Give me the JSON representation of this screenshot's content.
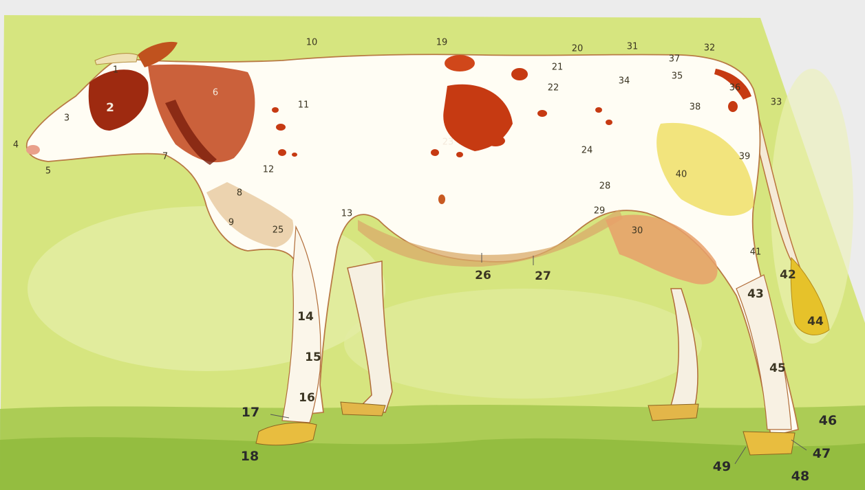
{
  "figure": {
    "subject": "cow",
    "colors": {
      "background_green": "#c9dd72",
      "ground_green": "#9bc445",
      "body_white": "#fffdf4",
      "patch_red": "#c63a12",
      "shadow_tan": "#d9a96a",
      "tail_yellow": "#e6c22a",
      "label_ink": "#3b3522"
    }
  },
  "labels": [
    {
      "id": "1",
      "text": "1"
    },
    {
      "id": "2",
      "text": "2"
    },
    {
      "id": "3",
      "text": "3"
    },
    {
      "id": "4",
      "text": "4"
    },
    {
      "id": "5",
      "text": "5"
    },
    {
      "id": "6",
      "text": "6"
    },
    {
      "id": "7",
      "text": "7"
    },
    {
      "id": "8",
      "text": "8"
    },
    {
      "id": "9",
      "text": "9"
    },
    {
      "id": "10",
      "text": "10"
    },
    {
      "id": "11",
      "text": "11"
    },
    {
      "id": "12",
      "text": "12"
    },
    {
      "id": "13",
      "text": "13"
    },
    {
      "id": "14",
      "text": "14"
    },
    {
      "id": "15",
      "text": "15"
    },
    {
      "id": "16",
      "text": "16"
    },
    {
      "id": "17",
      "text": "17"
    },
    {
      "id": "18",
      "text": "18"
    },
    {
      "id": "19",
      "text": "19"
    },
    {
      "id": "20",
      "text": "20"
    },
    {
      "id": "21",
      "text": "21"
    },
    {
      "id": "22",
      "text": "22"
    },
    {
      "id": "23",
      "text": "23"
    },
    {
      "id": "24",
      "text": "24"
    },
    {
      "id": "25",
      "text": "25"
    },
    {
      "id": "26",
      "text": "26"
    },
    {
      "id": "27",
      "text": "27"
    },
    {
      "id": "28",
      "text": "28"
    },
    {
      "id": "29",
      "text": "29"
    },
    {
      "id": "30",
      "text": "30"
    },
    {
      "id": "31",
      "text": "31"
    },
    {
      "id": "32",
      "text": "32"
    },
    {
      "id": "33",
      "text": "33"
    },
    {
      "id": "34",
      "text": "34"
    },
    {
      "id": "35",
      "text": "35"
    },
    {
      "id": "36",
      "text": "36"
    },
    {
      "id": "37",
      "text": "37"
    },
    {
      "id": "38",
      "text": "38"
    },
    {
      "id": "39",
      "text": "39"
    },
    {
      "id": "40",
      "text": "40"
    },
    {
      "id": "41",
      "text": "41"
    },
    {
      "id": "42",
      "text": "42"
    },
    {
      "id": "43",
      "text": "43"
    },
    {
      "id": "44",
      "text": "44"
    },
    {
      "id": "45",
      "text": "45"
    },
    {
      "id": "46",
      "text": "46"
    },
    {
      "id": "47",
      "text": "47"
    },
    {
      "id": "48",
      "text": "48"
    },
    {
      "id": "49",
      "text": "49"
    }
  ]
}
